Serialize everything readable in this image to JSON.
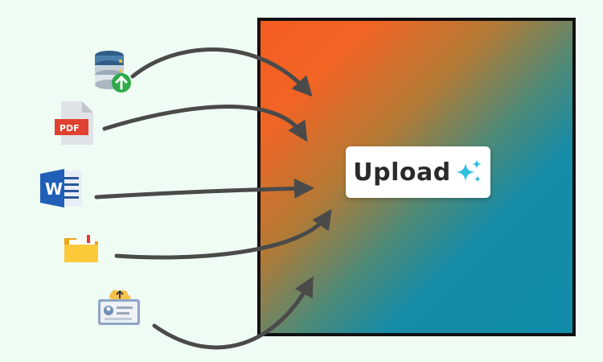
{
  "upload_button": {
    "label": "Upload"
  },
  "file_types": [
    {
      "name": "database",
      "icon": "database-upload-icon"
    },
    {
      "name": "pdf",
      "icon": "pdf-file-icon",
      "badge": "PDF"
    },
    {
      "name": "word",
      "icon": "word-document-icon",
      "badge": "W"
    },
    {
      "name": "folder",
      "icon": "folder-icon"
    },
    {
      "name": "contact",
      "icon": "id-card-upload-icon"
    }
  ],
  "colors": {
    "background": "#effcf3",
    "dropzone_gradient_start": "#f45d22",
    "dropzone_gradient_end": "#128ca9",
    "border": "#111111",
    "arrow": "#4a4a4a",
    "sparkle": "#2fc0e0"
  }
}
